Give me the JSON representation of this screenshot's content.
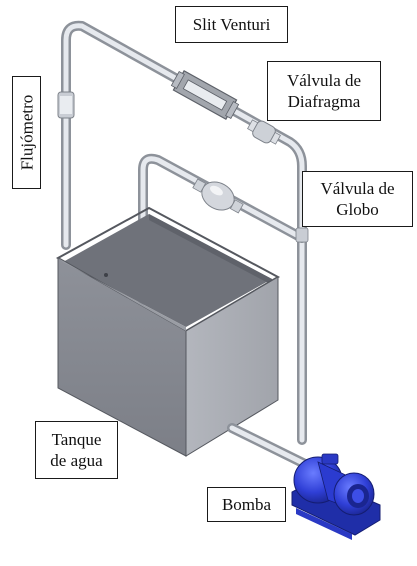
{
  "labels": {
    "slit_venturi": "Slit Venturi",
    "valvula_diafragma_line1": "Válvula de",
    "valvula_diafragma_line2": "Diafragma",
    "flujometro": "Flujómetro",
    "valvula_globo_line1": "Válvula de",
    "valvula_globo_line2": "Globo",
    "tanque_line1": "Tanque",
    "tanque_line2": "de agua",
    "bomba": "Bomba"
  },
  "colors": {
    "pipe": "#c6cbd3",
    "tank_front": "#8c8f97",
    "tank_side": "#a8abb2",
    "pump_body": "#2f3fd6",
    "pump_base": "#1f2ea8"
  }
}
